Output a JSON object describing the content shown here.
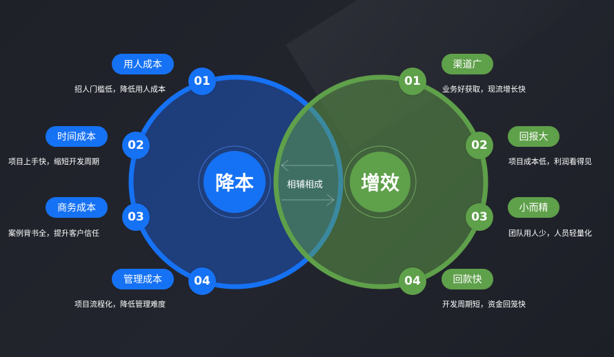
{
  "left_group": {
    "title": "降本",
    "items": [
      {
        "num": "01",
        "label": "用人成本",
        "desc": "招人门槛低，降低用人成本"
      },
      {
        "num": "02",
        "label": "时间成本",
        "desc": "项目上手快，缩短开发周期"
      },
      {
        "num": "03",
        "label": "商务成本",
        "desc": "案例背书全，提升客户信任"
      },
      {
        "num": "04",
        "label": "管理成本",
        "desc": "项目流程化，降低管理难度"
      }
    ]
  },
  "right_group": {
    "title": "增效",
    "items": [
      {
        "num": "01",
        "label": "渠道广",
        "desc": "业务好获取，现流增长快"
      },
      {
        "num": "02",
        "label": "回报大",
        "desc": "项目成本低，利润看得见"
      },
      {
        "num": "03",
        "label": "小而精",
        "desc": "团队用人少，人员轻量化"
      },
      {
        "num": "04",
        "label": "回款快",
        "desc": "开发周期短，资金回笼快"
      }
    ]
  },
  "overlap_label": "相辅相成",
  "colors": {
    "blue": "#1672f4",
    "green": "#5fa04a",
    "background": "#1f2129"
  }
}
